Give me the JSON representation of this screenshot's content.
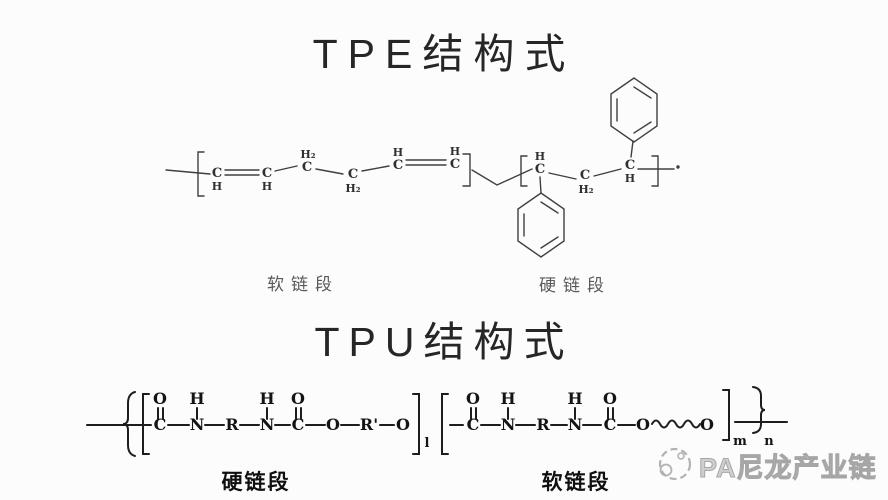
{
  "tpe": {
    "title": "TPE结构式",
    "soft_label": "软链段",
    "hard_label": "硬链段",
    "atoms": {
      "c": "C",
      "h": "H",
      "h2": "H₂",
      "dot": "·"
    }
  },
  "tpu": {
    "title": "TPU结构式",
    "hard_label": "硬链段",
    "soft_label": "软链段",
    "atoms": {
      "c": "C",
      "h": "H",
      "n": "N",
      "o": "O",
      "r": "R",
      "r_prime": "R'"
    },
    "subscripts": {
      "l": "l",
      "m": "m",
      "n": "n"
    }
  },
  "watermark": {
    "text": "PA尼龙产业链",
    "icon": "gear-logo-icon",
    "color": "#b3b3b3"
  },
  "colors": {
    "tpe_ink": "#3f3f3f",
    "tpu_ink": "#1d1d1d",
    "title_ink": "#262626",
    "label_gray": "#595959"
  }
}
